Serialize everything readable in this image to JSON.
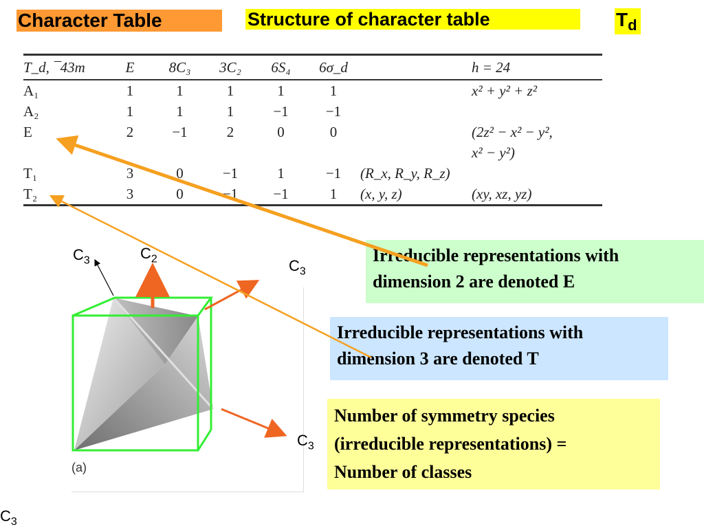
{
  "header": {
    "title": "Character Table",
    "structure": "Structure of character table",
    "group": "T",
    "group_sub": "d"
  },
  "table": {
    "columns": [
      "T_d, ¯43m",
      "E",
      "8C₃",
      "3C₂",
      "6S₄",
      "6σ_d",
      "",
      "h = 24"
    ],
    "rows": [
      {
        "label": "A₁",
        "values": [
          "1",
          "1",
          "1",
          "1",
          "1"
        ],
        "funcs": "",
        "quad": "x² + y² + z²"
      },
      {
        "label": "A₂",
        "values": [
          "1",
          "1",
          "1",
          "−1",
          "−1"
        ],
        "funcs": "",
        "quad": ""
      },
      {
        "label": "E",
        "values": [
          "2",
          "−1",
          "2",
          "0",
          "0"
        ],
        "funcs": "",
        "quad": "(2z² − x² − y²,",
        "quad2": "x² − y²)"
      },
      {
        "label": "T₁",
        "values": [
          "3",
          "0",
          "−1",
          "1",
          "−1"
        ],
        "funcs": "(R_x, R_y, R_z)",
        "quad": ""
      },
      {
        "label": "T₂",
        "values": [
          "3",
          "0",
          "−1",
          "−1",
          "1"
        ],
        "funcs": "(x, y, z)",
        "quad": "(xy, xz, yz)"
      }
    ]
  },
  "notes": {
    "e_line1": "Irreducible representations with",
    "e_line2": "dimension 2 are denoted E",
    "t_line1": "Irreducible representations with",
    "t_line2": "dimension 3 are denoted T",
    "num_line1": "Number of symmetry species",
    "num_line2": "(irreducible representations)  =",
    "num_line3": "Number of classes"
  },
  "figure": {
    "axis_c3": "C",
    "axis_c2": "C",
    "sub3": "3",
    "sub2": "2",
    "label": "(a)"
  },
  "colors": {
    "title_bg": "#ff9933",
    "highlight": "#ffff00",
    "arrow_orange": "#f5a020",
    "axis_orange": "#ee6622",
    "cube_green": "#33ee33"
  }
}
